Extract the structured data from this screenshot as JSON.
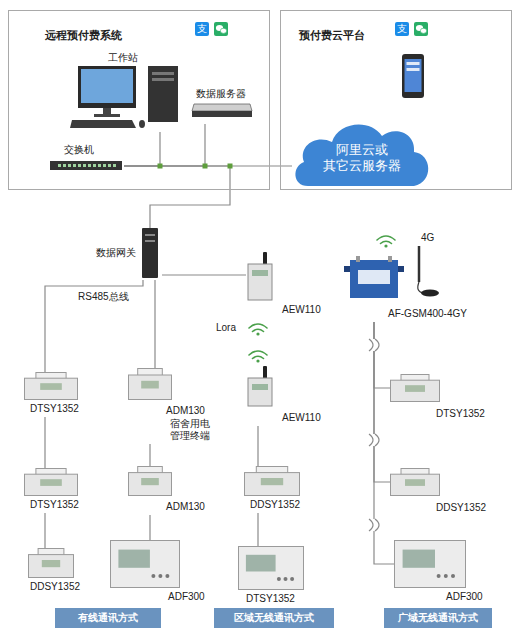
{
  "diagram": {
    "nodes": [
      {
        "text": [
          "远程预付费系统"
        ]
      },
      {
        "text": [
          "工作站"
        ],
        "in": 0
      },
      {
        "text": [
          "数据服务器"
        ],
        "in": 0
      },
      {
        "text": [
          "交换机"
        ],
        "in": 0
      },
      {
        "text": [
          "预付费云平台"
        ]
      },
      {
        "text": [
          "阿里云或 其它云服务器"
        ],
        "in": 4
      },
      {
        "text": [
          "数据网关"
        ]
      },
      {
        "text": [
          "AEW110"
        ]
      },
      {
        "text": [
          "AEW110"
        ]
      },
      {
        "text": [
          "AF-GSM400-4GY"
        ]
      },
      {
        "text": [
          "DTSY1352"
        ]
      },
      {
        "text": [
          "DTSY1352"
        ]
      },
      {
        "text": [
          "DDSY1352"
        ]
      },
      {
        "text": [
          "ADM130",
          "宿舍用电 管理终端"
        ]
      },
      {
        "text": [
          "ADM130"
        ]
      },
      {
        "text": [
          "ADF300"
        ]
      },
      {
        "text": [
          "DDSY1352"
        ]
      },
      {
        "text": [
          "DTSY1352"
        ]
      },
      {
        "text": [
          "DTSY1352"
        ]
      },
      {
        "text": [
          "DDSY1352"
        ]
      },
      {
        "text": [
          "ADF300"
        ]
      },
      {
        "text": [
          "有线通讯方式"
        ]
      },
      {
        "text": [
          "区域无线通讯方式"
        ]
      },
      {
        "text": [
          "广域无线通讯方式"
        ]
      }
    ],
    "edges": [
      {
        "from": 1,
        "to": 3,
        "arrow": "none"
      },
      {
        "from": 2,
        "to": 3,
        "arrow": "none"
      },
      {
        "from": 3,
        "to": 5,
        "arrow": "none"
      },
      {
        "from": 3,
        "to": 6,
        "arrow": "none"
      },
      {
        "from": 6,
        "to": 10,
        "arrow": "none"
      },
      {
        "from": 10,
        "to": 11,
        "arrow": "none"
      },
      {
        "from": 11,
        "to": 12,
        "arrow": "none"
      },
      {
        "from": 6,
        "to": 13,
        "arrow": "none"
      },
      {
        "from": 13,
        "to": 14,
        "arrow": "none"
      },
      {
        "from": 14,
        "to": 15,
        "arrow": "none"
      },
      {
        "from": 6,
        "to": 7,
        "arrow": "none"
      },
      {
        "from": 8,
        "to": 16,
        "arrow": "none"
      },
      {
        "from": 16,
        "to": 17,
        "arrow": "none"
      },
      {
        "from": 9,
        "to": 18,
        "arrow": "none"
      },
      {
        "from": 9,
        "to": 19,
        "arrow": "none"
      },
      {
        "from": 9,
        "to": 20,
        "arrow": "none"
      }
    ],
    "labels": [
      "支",
      "支",
      "RS485总线",
      "Lora",
      "4G"
    ]
  }
}
